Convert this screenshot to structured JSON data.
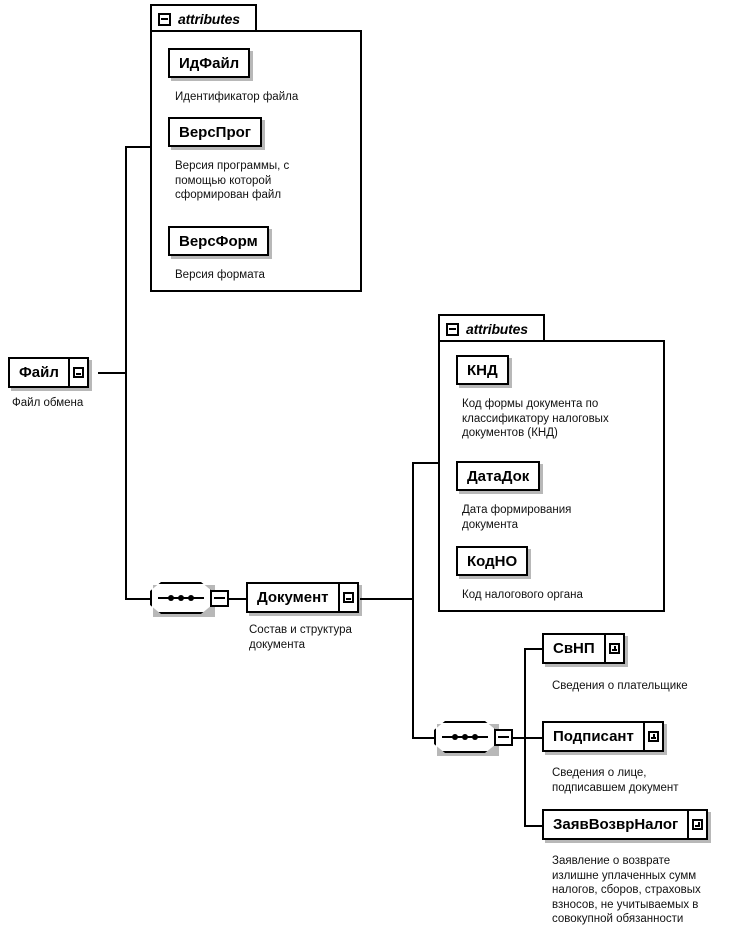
{
  "diagram": {
    "type": "xsd-schema-tree",
    "root": {
      "name": "Файл",
      "description": "Файл обмена",
      "toggle": "minus"
    },
    "file_attributes": {
      "header": "attributes",
      "toggle": "minus",
      "items": [
        {
          "name": "ИдФайл",
          "description": "Идентификатор файла"
        },
        {
          "name": "ВерсПрог",
          "description": "Версия программы, с\nпомощью которой\nсформирован файл"
        },
        {
          "name": "ВерсФорм",
          "description": "Версия формата"
        }
      ]
    },
    "sequence_root": {
      "symbol": "sequence",
      "dots": 3,
      "toggle": "minus"
    },
    "document": {
      "name": "Документ",
      "description": "Состав и структура\nдокумента",
      "toggle": "minus"
    },
    "document_attributes": {
      "header": "attributes",
      "toggle": "minus",
      "items": [
        {
          "name": "КНД",
          "description": "Код формы документа по\nклассификатору налоговых\nдокументов (КНД)"
        },
        {
          "name": "ДатаДок",
          "description": "Дата формирования\nдокумента"
        },
        {
          "name": "КодНО",
          "description": "Код налогового органа"
        }
      ]
    },
    "sequence_document": {
      "symbol": "sequence",
      "dots": 3,
      "toggle": "minus"
    },
    "children": [
      {
        "name": "СвНП",
        "description": "Сведения о плательщике",
        "toggle": "plus"
      },
      {
        "name": "Подписант",
        "description": "Сведения о лице,\nподписавшем документ",
        "toggle": "plus"
      },
      {
        "name": "ЗаявВозврНалог",
        "description": "Заявление о возврате\nизлишне уплаченных сумм\nналогов, сборов, страховых\nвзносов, не учитываемых в\nсовокупной обязанности",
        "toggle": "plus"
      }
    ],
    "colors": {
      "line": "#000000",
      "box_fill": "#ffffff",
      "shadow": "#b8b8b8",
      "text": "#000000"
    }
  }
}
